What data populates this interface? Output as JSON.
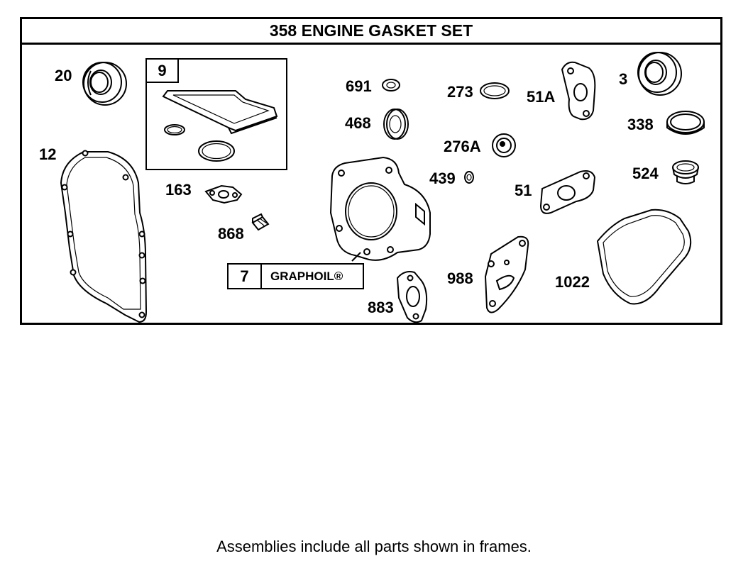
{
  "title": "358 ENGINE GASKET SET",
  "footer": "Assemblies include all parts shown in frames.",
  "parts": {
    "p20": "20",
    "p12": "12",
    "p163": "163",
    "p868": "868",
    "p691": "691",
    "p468": "468",
    "p273": "273",
    "p276a": "276A",
    "p439": "439",
    "p51a": "51A",
    "p3": "3",
    "p338": "338",
    "p524": "524",
    "p51": "51",
    "p988": "988",
    "p1022": "1022",
    "p883": "883"
  },
  "frames": {
    "valve_cover_kit": {
      "number": "9"
    },
    "cylinder_head_gasket": {
      "number": "7",
      "label": "GRAPHOIL®"
    }
  }
}
